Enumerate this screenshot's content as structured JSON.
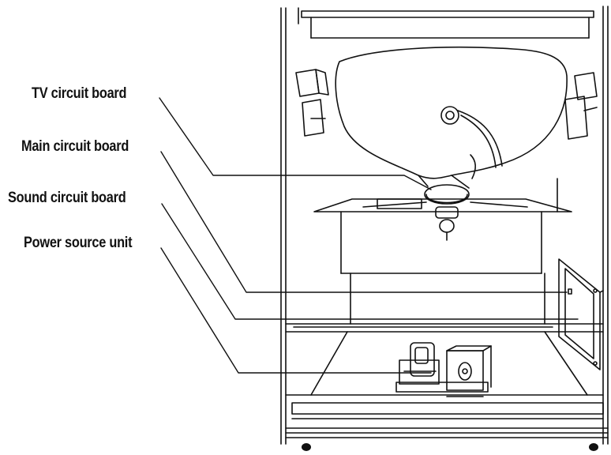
{
  "labels": {
    "tv": "TV circuit board",
    "main": "Main circuit board",
    "sound": "Sound circuit board",
    "power": "Power source unit"
  }
}
